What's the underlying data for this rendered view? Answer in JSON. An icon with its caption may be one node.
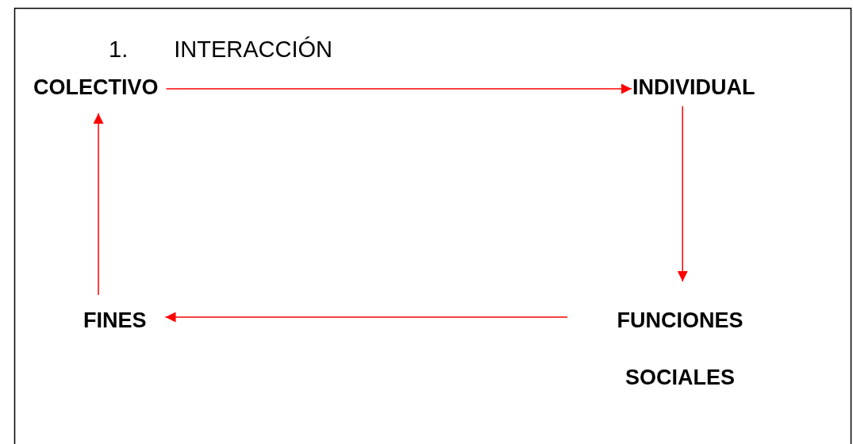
{
  "diagram": {
    "title": "1. INTERACCIÓN",
    "nodes": [
      {
        "text": [
          "COLECTIVO"
        ]
      },
      {
        "text": [
          "INDIVIDUAL"
        ]
      },
      {
        "text": [
          "FUNCIONES SOCIALES"
        ]
      },
      {
        "text": [
          "FINES"
        ]
      }
    ],
    "edges": [
      {
        "from": 0,
        "to": 1,
        "arrow": "to"
      },
      {
        "from": 1,
        "to": 2,
        "arrow": "to"
      },
      {
        "from": 2,
        "to": 3,
        "arrow": "to"
      },
      {
        "from": 3,
        "to": 0,
        "arrow": "to"
      }
    ]
  }
}
